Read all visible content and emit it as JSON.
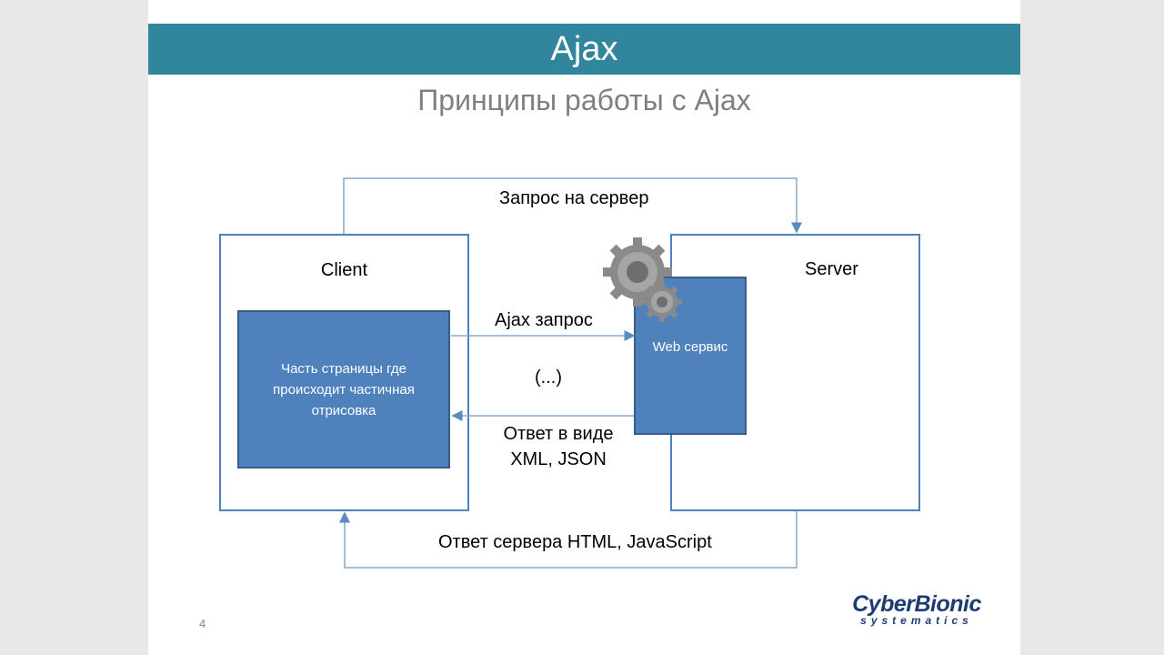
{
  "slide": {
    "title": "Ajax",
    "subtitle": "Принципы работы с Ajax",
    "page_number": "4"
  },
  "diagram": {
    "client_label": "Client",
    "server_label": "Server",
    "client_inner_text": "Часть страницы где происходит частичная отрисовка",
    "web_service_text": "Web сервис",
    "request_top_label": "Запрос на сервер",
    "ajax_request_label": "Ajax запрос",
    "ellipsis_label": "(...)",
    "response_label": "Ответ в виде XML, JSON",
    "bottom_response_label": "Ответ сервера HTML, JavaScript"
  },
  "logo": {
    "main": "CyberBionic",
    "sub": "systematics"
  },
  "colors": {
    "title_bar": "#31859c",
    "box_blue": "#4f81bd",
    "arrow": "#5b8bc4"
  },
  "icons": [
    "gears-icon",
    "arrow-right-icon",
    "arrow-left-icon",
    "arrow-down-icon",
    "arrow-up-icon"
  ]
}
